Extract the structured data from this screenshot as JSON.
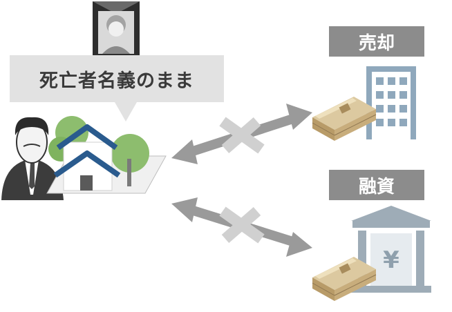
{
  "bubble": {
    "text": "死亡者名義のまま"
  },
  "options": [
    {
      "id": "sell",
      "label": "売却",
      "icon": "office-building-icon",
      "blocked": true
    },
    {
      "id": "loan",
      "label": "融資",
      "icon": "bank-yen-icon",
      "blocked": true
    }
  ],
  "colors": {
    "label_bg": "#8c8c8c",
    "bubble_bg": "#e2e2e2",
    "arrow": "#9a9a9a",
    "cross": "#d0d0d0",
    "building_blue": "#8fa8bc",
    "bank_gray": "#9eacb7",
    "house_roof": "#2a5b8e",
    "tree_green": "#8dbd6e",
    "money": "#cbb58c"
  }
}
